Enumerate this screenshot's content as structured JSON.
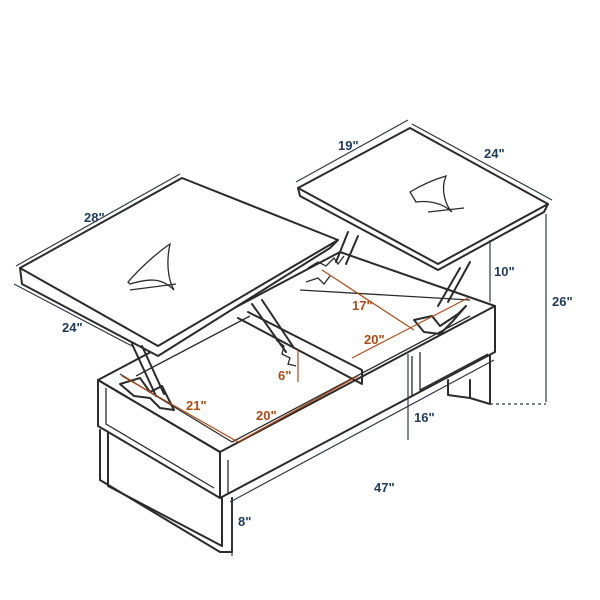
{
  "diagram": {
    "outer_dimensions": {
      "left_top_length": "28\"",
      "left_top_depth": "24\"",
      "right_top_width": "19\"",
      "right_top_depth": "24\"",
      "lift_height": "10\"",
      "total_height": "26\"",
      "table_length": "47\"",
      "bottom_gap": "8\""
    },
    "inner_dimensions": {
      "left_bin_length": "21\"",
      "left_bin_width": "20\"",
      "left_bin_depth": "6\"",
      "right_bin_length": "17\"",
      "right_bin_width": "20\"",
      "shelf_height": "16\""
    },
    "colors": {
      "outline": "#2b2b2b",
      "dimension_dark": "#1e3a5a",
      "dimension_red": "#b24a14"
    }
  }
}
